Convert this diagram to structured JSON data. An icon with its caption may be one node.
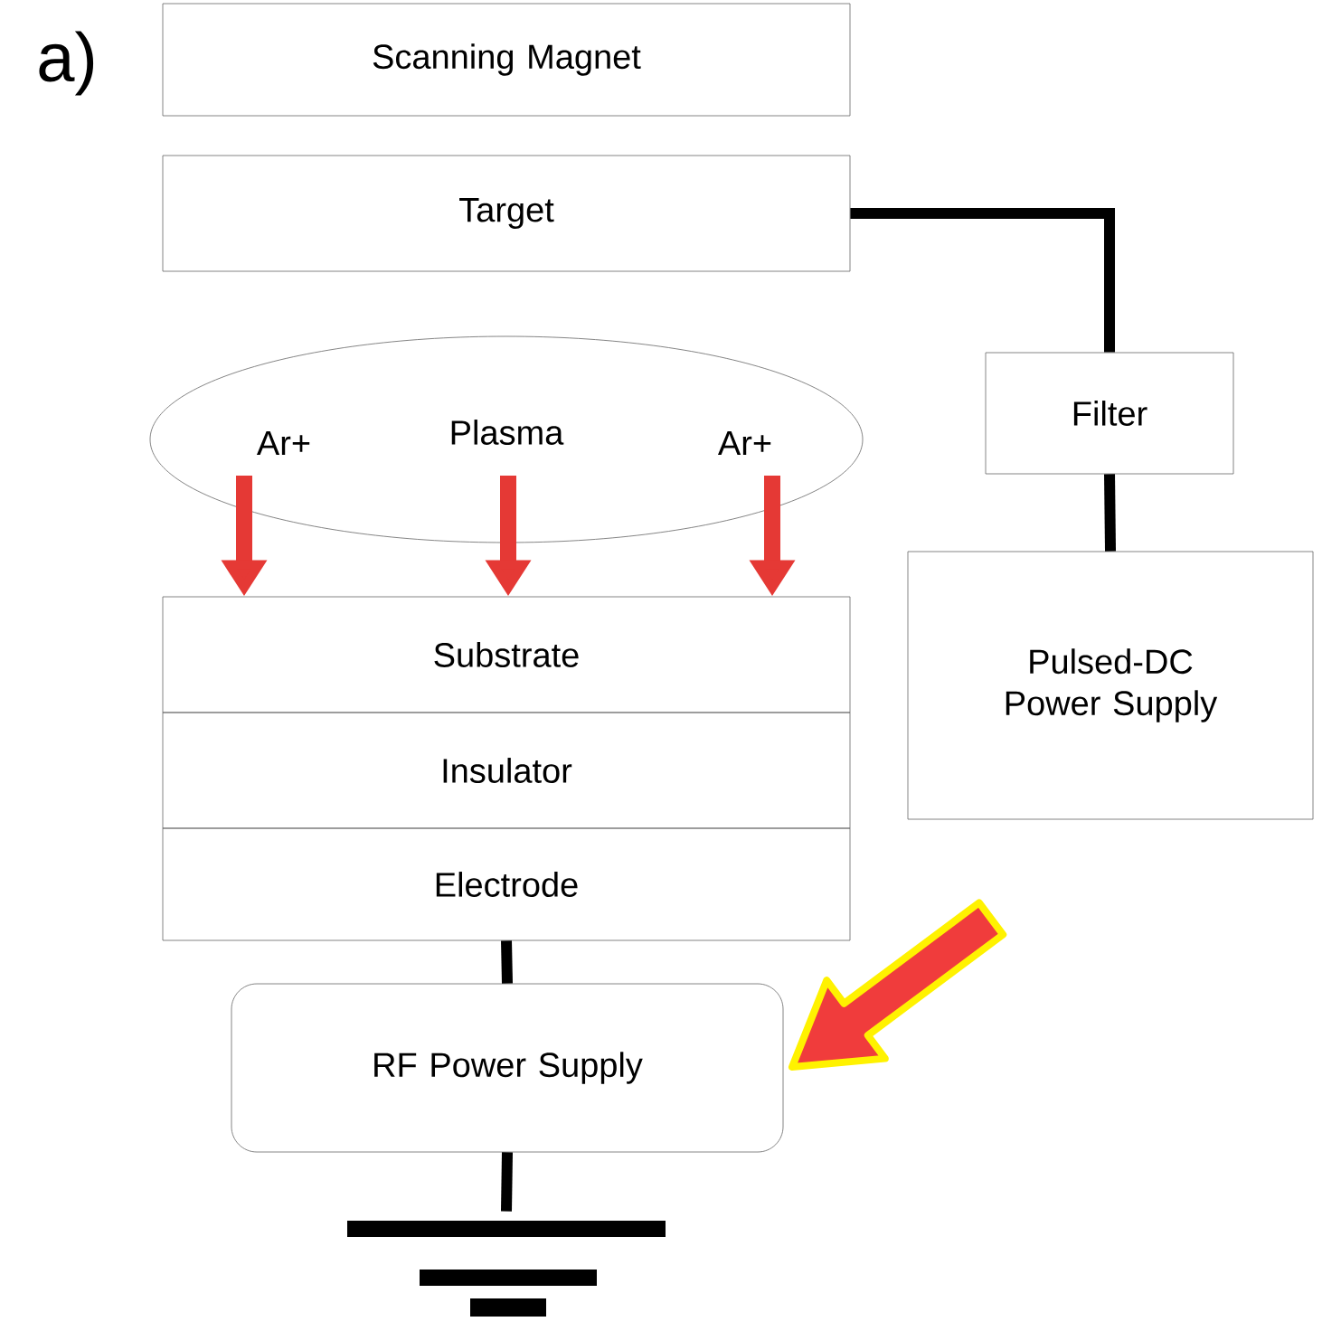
{
  "diagram": {
    "nodes": [
      {
        "text": [
          "Scanning Magnet"
        ]
      },
      {
        "text": [
          "Target"
        ]
      },
      {
        "text": [
          "Ar+",
          "Plasma",
          "Ar+"
        ]
      },
      {
        "text": [
          "Filter"
        ]
      },
      {
        "text": [
          "Substrate"
        ]
      },
      {
        "text": [
          "Insulator"
        ]
      },
      {
        "text": [
          "Electrode"
        ]
      },
      {
        "text": [
          "Pulsed-DC Power Supply"
        ]
      },
      {
        "text": [
          "RF Power Supply"
        ]
      },
      {
        "text": [],
        "shape": "ground"
      }
    ],
    "edges": [
      {
        "from": 1,
        "to": 3,
        "arrow": "none"
      },
      {
        "from": 3,
        "to": 7,
        "arrow": "none"
      },
      {
        "from": 2,
        "to": 4,
        "arrow": "to",
        "color": "#e53935"
      },
      {
        "from": 2,
        "to": 4,
        "arrow": "to",
        "color": "#e53935"
      },
      {
        "from": 2,
        "to": 4,
        "arrow": "to",
        "color": "#e53935"
      },
      {
        "from": 6,
        "to": 8,
        "arrow": "none"
      },
      {
        "from": 8,
        "to": 9,
        "arrow": "none"
      },
      {
        "from": null,
        "to": 8,
        "arrow": "to",
        "color": "#f03c3c",
        "style": "thick"
      }
    ],
    "labels": [
      "a)"
    ]
  }
}
